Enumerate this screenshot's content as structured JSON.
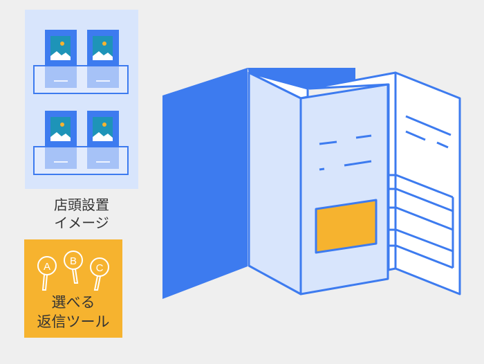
{
  "display_label": {
    "line1": "店頭設置",
    "line2": "イメージ"
  },
  "tool_badge": {
    "letters": [
      "A",
      "B",
      "C"
    ],
    "line1": "選べる",
    "line2": "返信ツール"
  },
  "colors": {
    "blue": "#3d7bef",
    "light_blue": "#d8e5fc",
    "orange": "#f6b32f",
    "teal": "#1e94b8",
    "background": "#efefef"
  }
}
